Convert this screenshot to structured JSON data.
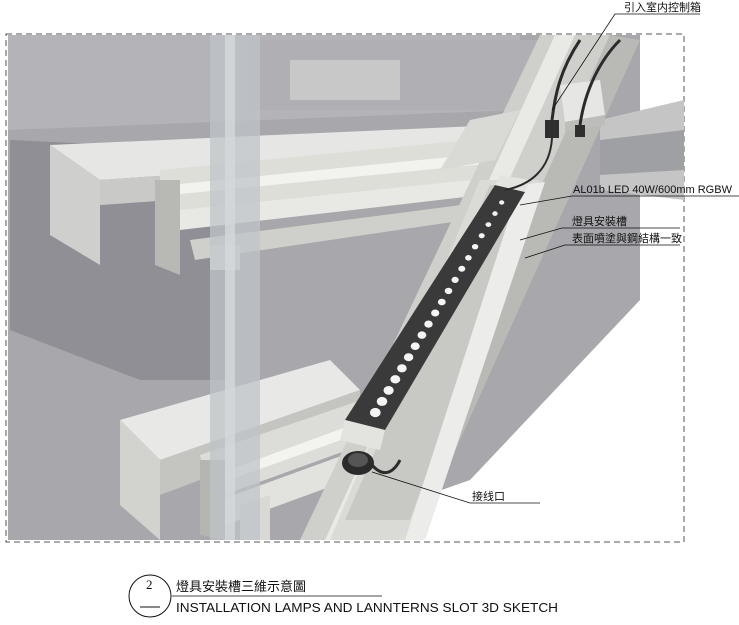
{
  "labels": {
    "control_box": "引入室内控制箱",
    "led_model": "AL01b LED 40W/600mm RGBW",
    "slot_name": "燈具安裝槽",
    "slot_finish": "表面噴塗與鋼結構一致",
    "connector": "接线口"
  },
  "title": {
    "number": "2",
    "cn": "燈具安裝槽三維示意圖",
    "en": "INSTALLATION LAMPS AND LANNTERNS SLOT 3D SKETCH"
  },
  "colors": {
    "background": "#ffffff",
    "wall": "#a9a9ae",
    "metal_light": "#d8d8d6",
    "metal_mid": "#c3c3c0",
    "glass": "#b9bfc4",
    "lamp_body": "#3a3a3a",
    "lamp_led": "#f4f4f4",
    "dashed_border": "#555555"
  },
  "led_count": 20
}
